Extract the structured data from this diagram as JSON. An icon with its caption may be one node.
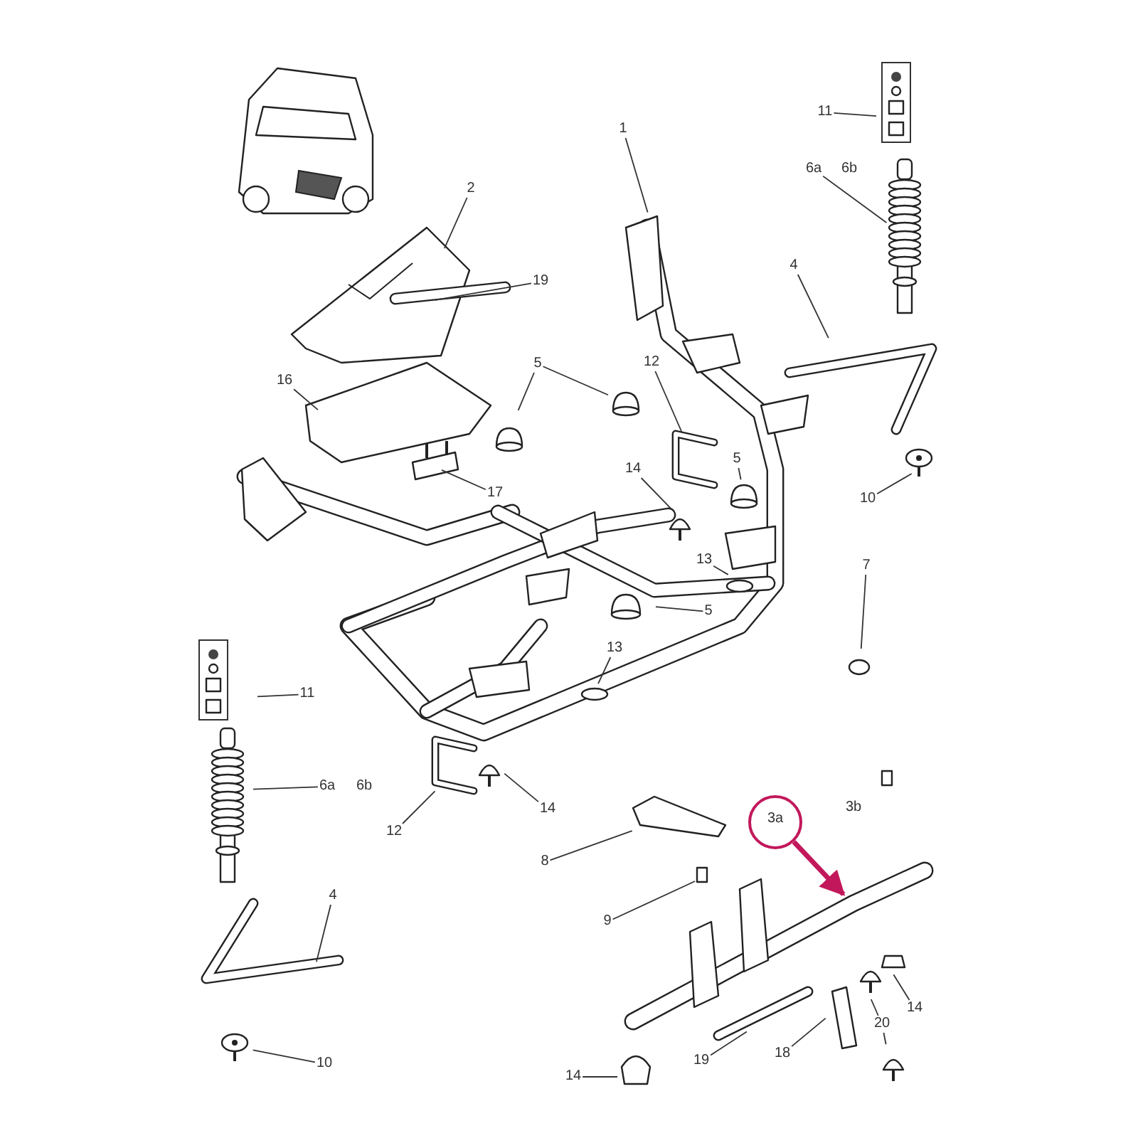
{
  "diagram": {
    "nodes": [
      {
        "text": [
          "1"
        ]
      },
      {
        "text": [
          "2"
        ]
      },
      {
        "text": [
          "19"
        ]
      },
      {
        "text": [
          "16"
        ]
      },
      {
        "text": [
          "5"
        ]
      },
      {
        "text": [
          "12"
        ]
      },
      {
        "text": [
          "14"
        ]
      },
      {
        "text": [
          "5"
        ]
      },
      {
        "text": [
          "17"
        ]
      },
      {
        "text": [
          "13"
        ]
      },
      {
        "text": [
          "5"
        ]
      },
      {
        "text": [
          "13"
        ]
      },
      {
        "text": [
          "11"
        ]
      },
      {
        "text": [
          "6a"
        ]
      },
      {
        "text": [
          "4"
        ]
      },
      {
        "text": [
          "10"
        ]
      },
      {
        "text": [
          "7"
        ]
      },
      {
        "text": [
          "11"
        ]
      },
      {
        "text": [
          "6a"
        ]
      },
      {
        "text": [
          "12"
        ]
      },
      {
        "text": [
          "14"
        ]
      },
      {
        "text": [
          "8"
        ]
      },
      {
        "text": [
          "9"
        ]
      },
      {
        "text": [
          "3a"
        ]
      },
      {
        "text": [
          "4"
        ]
      },
      {
        "text": [
          "10"
        ]
      },
      {
        "text": [
          "14"
        ]
      },
      {
        "text": [
          "19"
        ]
      },
      {
        "text": [
          "18"
        ]
      },
      {
        "text": [
          "20"
        ]
      },
      {
        "text": [
          "14"
        ]
      }
    ],
    "edges": [
      {
        "from": 0,
        "to": null,
        "arrow": "none"
      },
      {
        "from": 1,
        "to": null,
        "arrow": "none"
      },
      {
        "from": 2,
        "to": null,
        "arrow": "none"
      },
      {
        "from": 3,
        "to": null,
        "arrow": "none"
      },
      {
        "from": 4,
        "to": null,
        "arrow": "none"
      },
      {
        "from": 4,
        "to": null,
        "arrow": "none"
      },
      {
        "from": 5,
        "to": null,
        "arrow": "none"
      },
      {
        "from": 6,
        "to": null,
        "arrow": "none"
      },
      {
        "from": 7,
        "to": null,
        "arrow": "none"
      },
      {
        "from": 8,
        "to": null,
        "arrow": "none"
      },
      {
        "from": 9,
        "to": null,
        "arrow": "none"
      },
      {
        "from": 10,
        "to": null,
        "arrow": "none"
      },
      {
        "from": 11,
        "to": null,
        "arrow": "none"
      },
      {
        "from": 12,
        "to": null,
        "arrow": "none"
      },
      {
        "from": 13,
        "to": null,
        "arrow": "none"
      },
      {
        "from": 14,
        "to": null,
        "arrow": "none"
      },
      {
        "from": 15,
        "to": null,
        "arrow": "none"
      },
      {
        "from": 16,
        "to": null,
        "arrow": "none"
      },
      {
        "from": 17,
        "to": null,
        "arrow": "none"
      },
      {
        "from": 18,
        "to": null,
        "arrow": "none"
      },
      {
        "from": 19,
        "to": null,
        "arrow": "none"
      },
      {
        "from": 20,
        "to": null,
        "arrow": "none"
      },
      {
        "from": 21,
        "to": null,
        "arrow": "none"
      },
      {
        "from": 22,
        "to": null,
        "arrow": "none"
      },
      {
        "from": 23,
        "to": null,
        "arrow": "to",
        "style": "thick",
        "color": "#c2185b"
      },
      {
        "from": 24,
        "to": null,
        "arrow": "none"
      },
      {
        "from": 25,
        "to": null,
        "arrow": "none"
      },
      {
        "from": 26,
        "to": null,
        "arrow": "none"
      },
      {
        "from": 27,
        "to": null,
        "arrow": "none"
      },
      {
        "from": 28,
        "to": null,
        "arrow": "none"
      },
      {
        "from": 29,
        "to": null,
        "arrow": "none"
      },
      {
        "from": 29,
        "to": null,
        "arrow": "none"
      },
      {
        "from": 30,
        "to": null,
        "arrow": "none"
      }
    ],
    "labels": [
      "6b",
      "6b",
      "3b"
    ]
  }
}
